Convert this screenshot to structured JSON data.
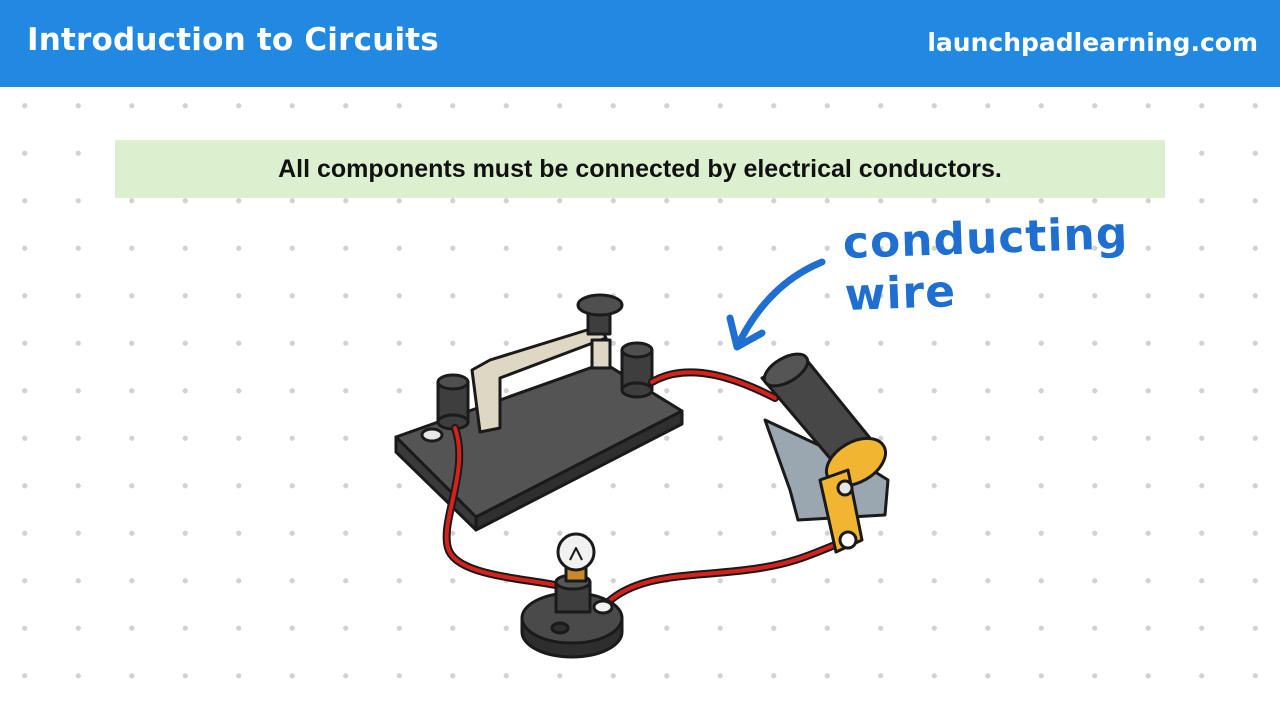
{
  "header": {
    "title": "Introduction to Circuits",
    "site": "launchpadlearning.com"
  },
  "banner": {
    "text": "All components must be connected by electrical conductors."
  },
  "annotation": {
    "line1": "conducting",
    "line2": "wire"
  },
  "colors": {
    "header": "#2289e3",
    "banner": "#dcefcf",
    "wire": "#d8201c",
    "annotation": "#1f6fd0",
    "dark_component": "#4a4a4a",
    "brass": "#f2b531"
  }
}
